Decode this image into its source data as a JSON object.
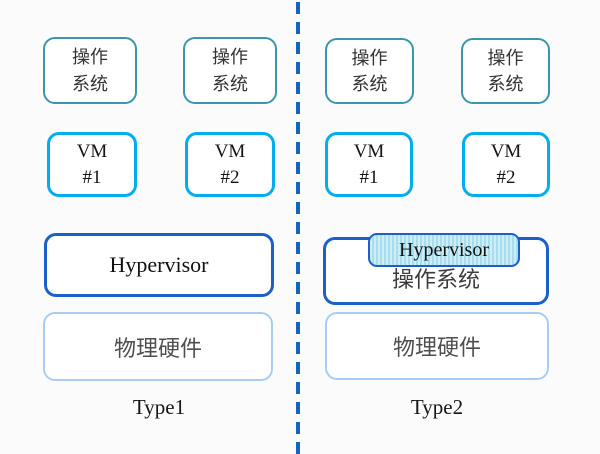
{
  "diagram_title": "Hypervisor Type1 vs Type2 architecture",
  "colors": {
    "background": "#fbfbfb",
    "os_box_border": "#3a97a9",
    "vm_box_border": "#00aeef",
    "hypervisor_border": "#1b5fc8",
    "hardware_border": "#a9cdf0",
    "divider_blue": "#1565c0",
    "stripe_light": "#cdeef7",
    "stripe_dark": "#a9ddee"
  },
  "divider": {
    "style": "dashed",
    "orientation": "vertical"
  },
  "type1": {
    "os_boxes": [
      {
        "line1": "操作",
        "line2": "系统"
      },
      {
        "line1": "操作",
        "line2": "系统"
      }
    ],
    "vm_boxes": [
      {
        "line1": "VM",
        "line2": "#1"
      },
      {
        "line1": "VM",
        "line2": "#2"
      }
    ],
    "hypervisor_label": "Hypervisor",
    "hardware_label": "物理硬件",
    "caption": "Type1"
  },
  "type2": {
    "os_boxes": [
      {
        "line1": "操作",
        "line2": "系统"
      },
      {
        "line1": "操作",
        "line2": "系统"
      }
    ],
    "vm_boxes": [
      {
        "line1": "VM",
        "line2": "#1"
      },
      {
        "line1": "VM",
        "line2": "#2"
      }
    ],
    "hypervisor_label": "Hypervisor",
    "host_os_label": "操作系统",
    "hardware_label": "物理硬件",
    "caption": "Type2"
  }
}
